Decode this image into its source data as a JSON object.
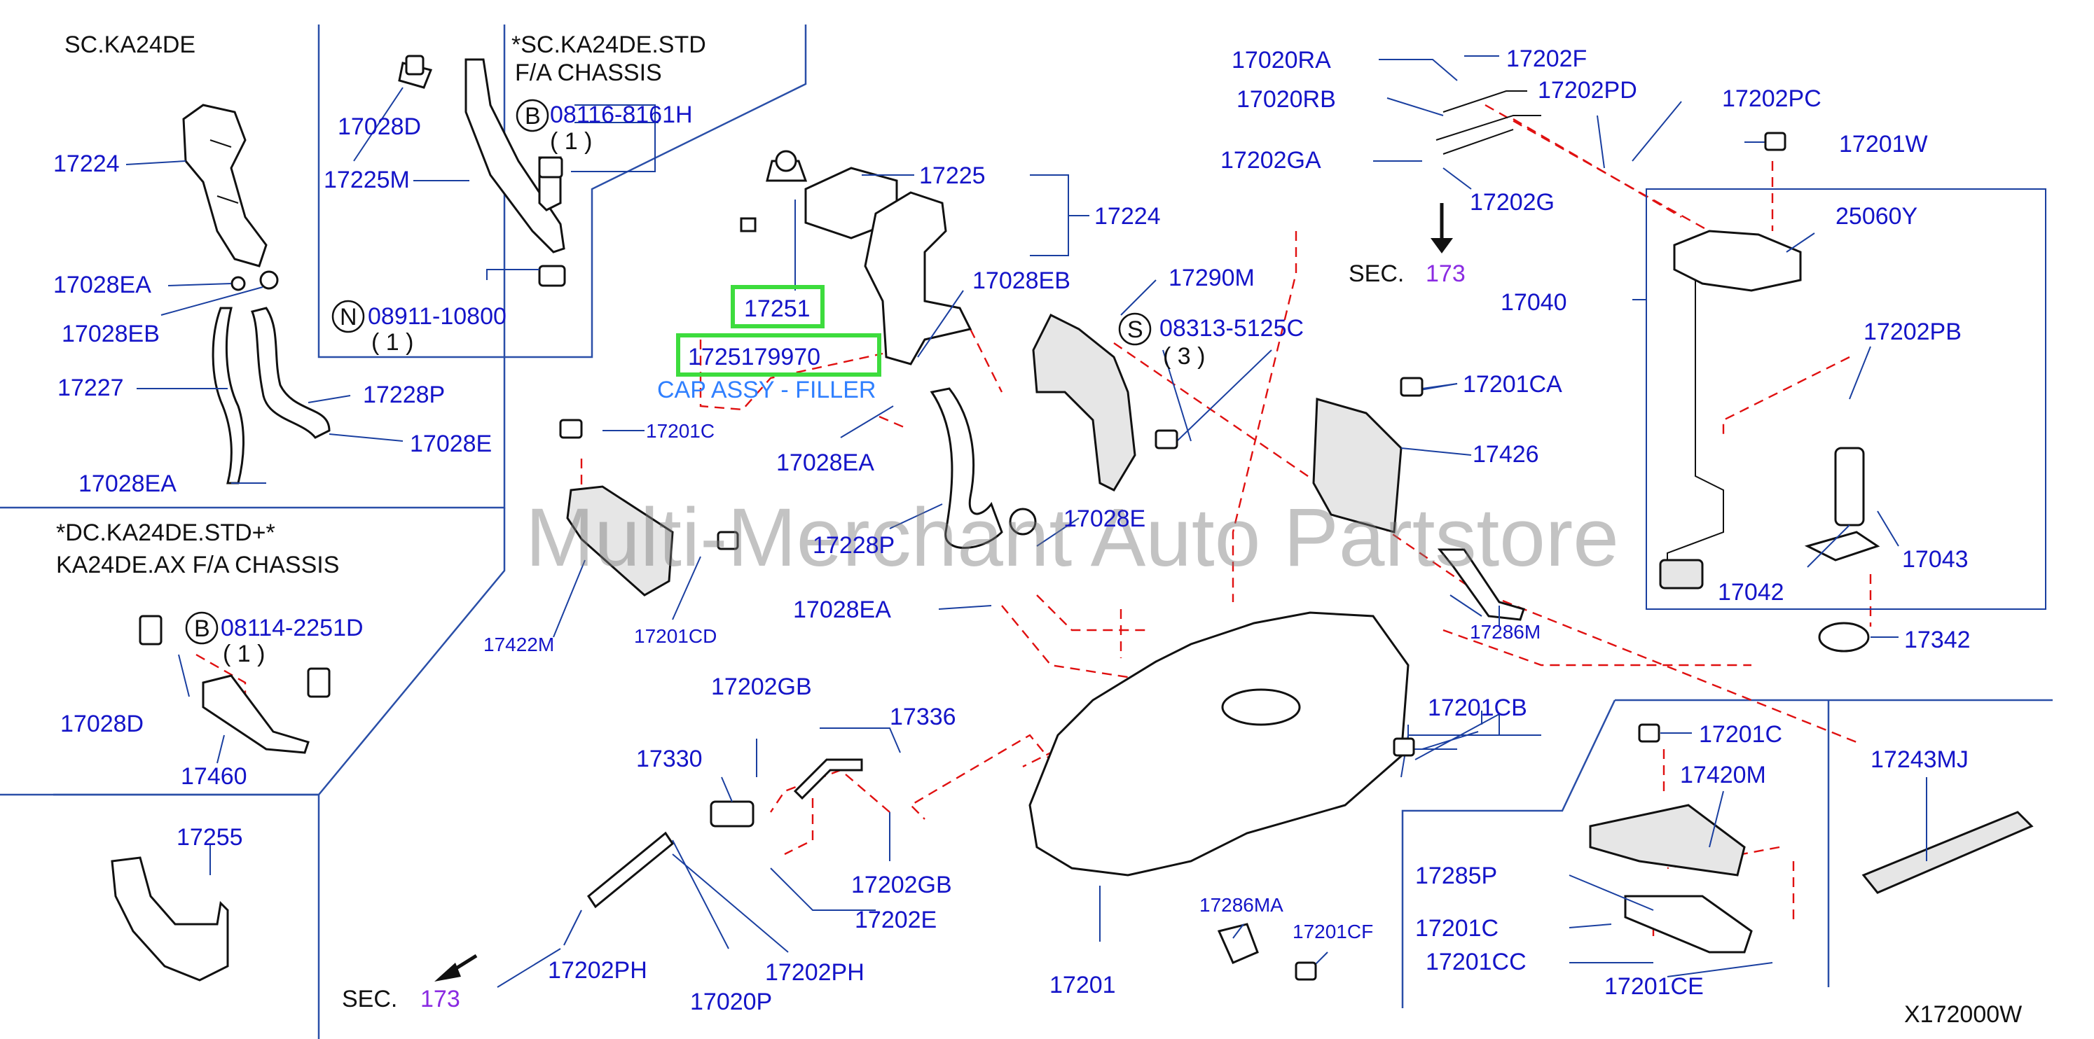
{
  "sections": {
    "main_model": "SC.KA24DE",
    "std_chassis_line1": "*SC.KA24DE.STD",
    "std_chassis_line2": "F/A   CHASSIS",
    "dc_line1": "*DC.KA24DE.STD+*",
    "dc_line2": "KA24DE.AX   F/A   CHASSIS"
  },
  "bolts": {
    "b1_letter": "B",
    "b1_number": "08116-8161H",
    "b1_qty": "( 1 )",
    "n1_letter": "N",
    "n1_number": "08911-10800",
    "n1_qty": "( 1 )",
    "s1_letter": "S",
    "s1_number": "08313-5125C",
    "s1_qty": "(   3   )",
    "b2_letter": "B",
    "b2_number": "08114-2251D",
    "b2_qty": "( 1 )"
  },
  "highlight": {
    "part_a": "17251",
    "part_b": "1725179970",
    "caption": "CAP ASSY - FILLER"
  },
  "sec_refs": {
    "label": "SEC.",
    "top_number": "173",
    "bottom_number": "173"
  },
  "watermark": "Multi-Merchant Auto Partstore",
  "diagram_code": "X172000W",
  "parts": {
    "p17224_left": "17224",
    "p17028D_top": "17028D",
    "p17225M": "17225M",
    "p17028EA_a": "17028EA",
    "p17028EB_left": "17028EB",
    "p17227": "17227",
    "p17228P_left": "17228P",
    "p17028E_left": "17028E",
    "p17028EA_b": "17028EA",
    "p17225": "17225",
    "p17224_mid": "17224",
    "p17028EB_mid": "17028EB",
    "p17290M": "17290M",
    "p17028EA_c": "17028EA",
    "p17201C_a": "17201C",
    "p17228P_mid": "17228P",
    "p17028E_mid": "17028E",
    "p17028EA_d": "17028EA",
    "p17422M": "17422M",
    "p17201CD": "17201CD",
    "p17028D_bottom": "17028D",
    "p17460": "17460",
    "p17255": "17255",
    "p17020RA": "17020RA",
    "p17202F": "17202F",
    "p17020RB": "17020RB",
    "p17202PD": "17202PD",
    "p17202PC": "17202PC",
    "p17202GA": "17202GA",
    "p17202G": "17202G",
    "p17201W": "17201W",
    "p25060Y": "25060Y",
    "p17040": "17040",
    "p17202PB": "17202PB",
    "p17201CA": "17201CA",
    "p17426": "17426",
    "p17043": "17043",
    "p17042": "17042",
    "p17286M": "17286M",
    "p17342": "17342",
    "p17201CB": "17201CB",
    "p17201C_b": "17201C",
    "p17420M": "17420M",
    "p17243MJ": "17243MJ",
    "p17285P": "17285P",
    "p17201C_c": "17201C",
    "p17201CC": "17201CC",
    "p17201CE": "17201CE",
    "p17202GB_a": "17202GB",
    "p17336": "17336",
    "p17330": "17330",
    "p17202GB_b": "17202GB",
    "p17202E": "17202E",
    "p17202PH_a": "17202PH",
    "p17202PH_b": "17202PH",
    "p17020P": "17020P",
    "p17286MA": "17286MA",
    "p17201CF": "17201CF",
    "p17201": "17201"
  }
}
